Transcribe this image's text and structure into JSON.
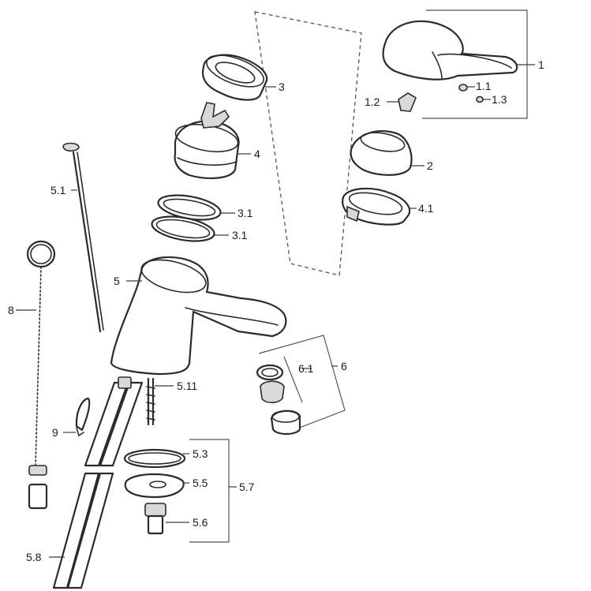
{
  "labels": {
    "p1": "1",
    "p1_1": "1.1",
    "p1_2": "1.2",
    "p1_3": "1.3",
    "p2": "2",
    "p3": "3",
    "p3_1": "3.1",
    "p4": "4",
    "p4_1": "4.1",
    "p5": "5",
    "p5_1": "5.1",
    "p5_3": "5.3",
    "p5_5": "5.5",
    "p5_6": "5.6",
    "p5_7": "5.7",
    "p5_8": "5.8",
    "p5_11": "5.11",
    "p6": "6",
    "p6_1": "6.1",
    "p8": "8",
    "p9": "9"
  },
  "colors": {
    "line": "#2b2b2b",
    "shade": "#d9d9d9",
    "background": "#ffffff"
  }
}
